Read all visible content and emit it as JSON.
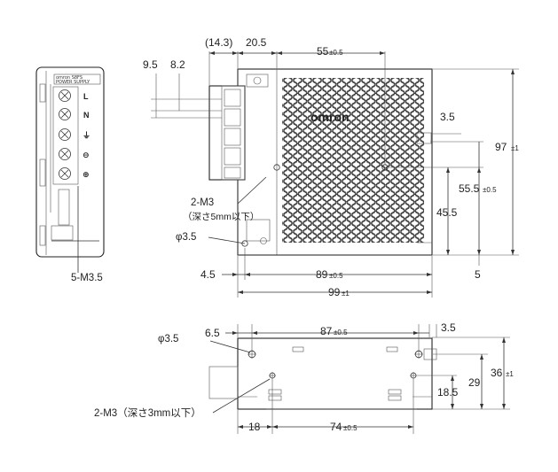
{
  "brand": "omron",
  "front_label_brand": "omron S8FS",
  "front_label_sub": "POWER SUPPLY",
  "terminals": [
    "L",
    "N",
    "⏚",
    "⊖",
    "⊕"
  ],
  "callouts": {
    "terminal_screws": "5-M3.5",
    "side_holes_main": "2-M3",
    "side_holes_sub": "（深さ5mm以下）",
    "side_hole_dia": "φ3.5",
    "bottom_hole_dia": "φ3.5",
    "bottom_holes": "2-M3（深さ3mm以下）"
  },
  "dims": {
    "d14_3": "(14.3)",
    "d20_5": "20.5",
    "d55": "55",
    "d55_tol": "±0.5",
    "d9_5": "9.5",
    "d8_2": "8.2",
    "d3_5_side": "3.5",
    "d97": "97",
    "d97_tol": "±1",
    "d55_5": "55.5",
    "d55_5_tol": "±0.5",
    "d45_5": "45.5",
    "d5": "5",
    "d4_5": "4.5",
    "d89": "89",
    "d89_tol": "±0.5",
    "d99": "99",
    "d99_tol": "±1",
    "d6_5": "6.5",
    "d87": "87",
    "d87_tol": "±0.5",
    "d3_5_bottom": "3.5",
    "d36": "36",
    "d36_tol": "±1",
    "d29": "29",
    "d18_5": "18.5",
    "d18": "18",
    "d74": "74",
    "d74_tol": "±0.5"
  }
}
